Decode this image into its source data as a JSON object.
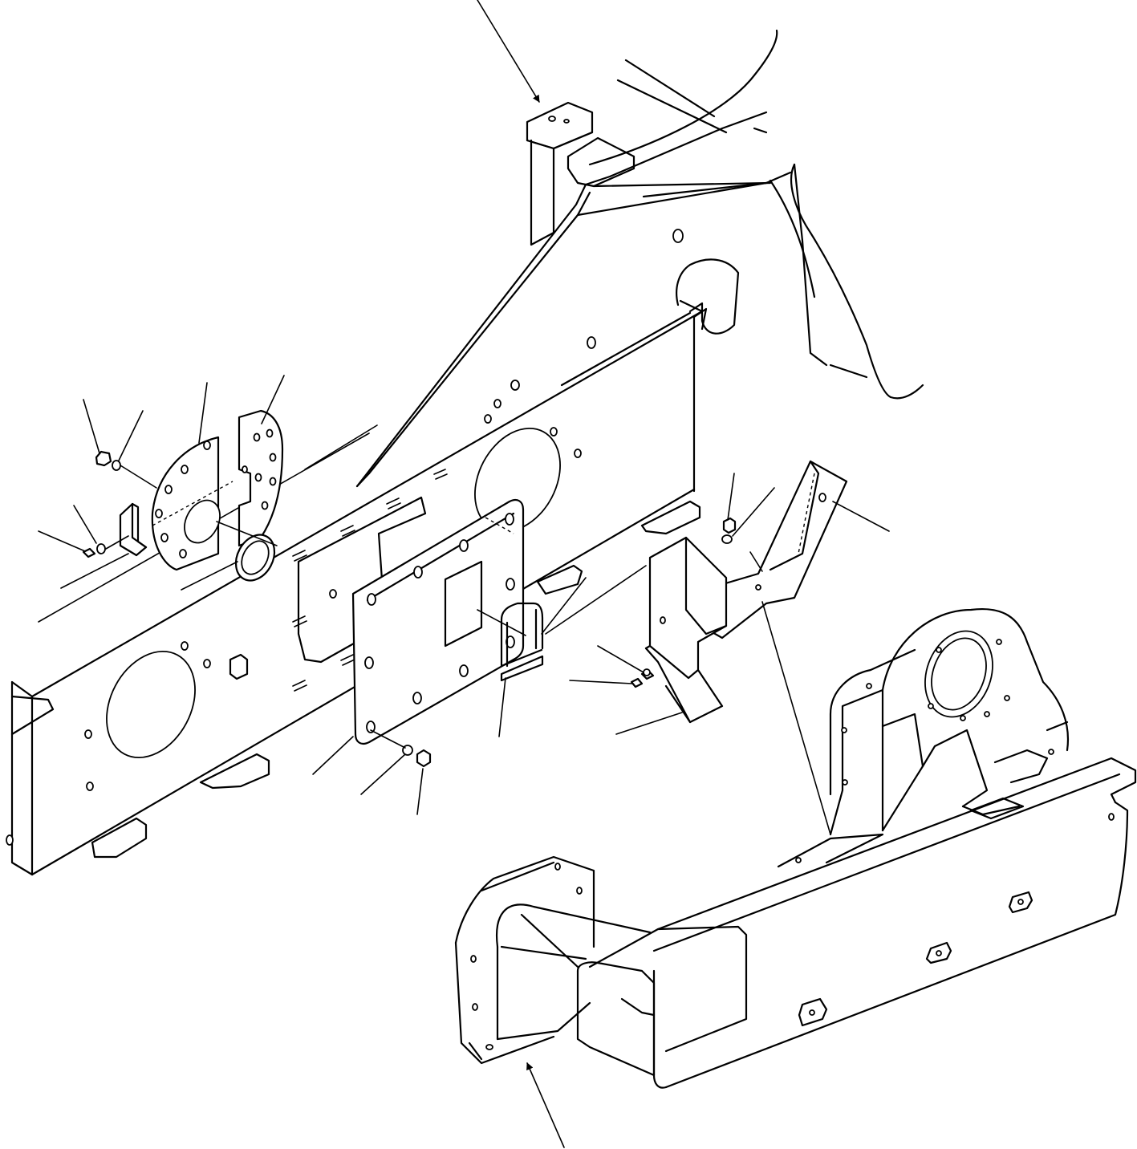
{
  "figure": {
    "title": "",
    "labels": []
  },
  "parts": [
    {
      "id": "main-frame",
      "icon": "frame-rail"
    },
    {
      "id": "rear-frame",
      "icon": "axle-frame"
    },
    {
      "id": "cover-plate",
      "icon": "plate"
    },
    {
      "id": "round-plate",
      "icon": "disc-plate"
    },
    {
      "id": "half-round-plate",
      "icon": "disc-plate"
    },
    {
      "id": "seal-ring",
      "icon": "ring"
    },
    {
      "id": "u-bolt",
      "icon": "u-bolt"
    },
    {
      "id": "upper-bracket",
      "icon": "bracket"
    },
    {
      "id": "lower-bracket",
      "icon": "bracket"
    },
    {
      "id": "clamp-bracket",
      "icon": "clip"
    }
  ]
}
